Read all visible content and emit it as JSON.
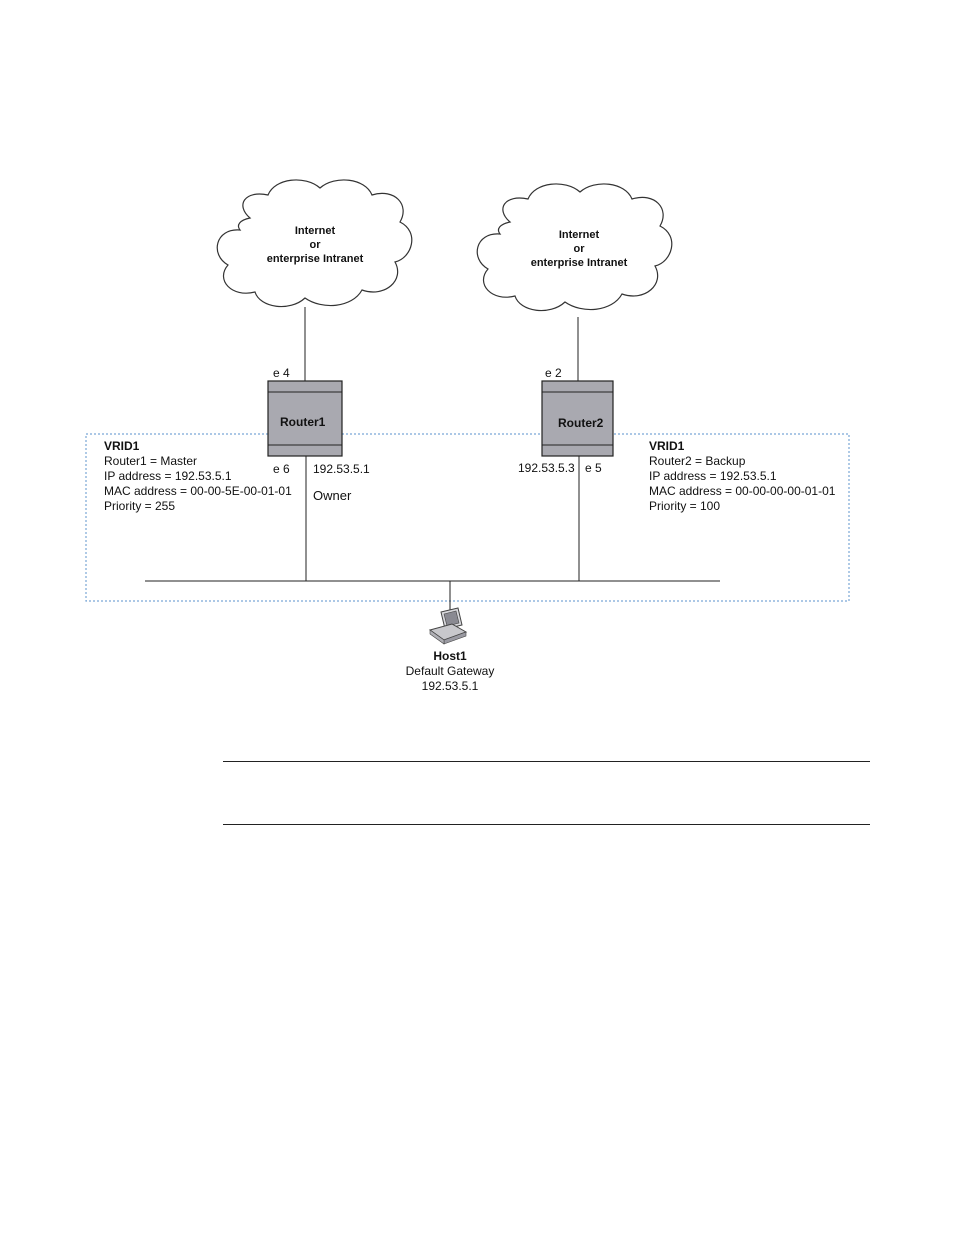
{
  "clouds": [
    {
      "lines": [
        "Internet",
        "or",
        "enterprise Intranet"
      ]
    },
    {
      "lines": [
        "Internet",
        "or",
        "enterprise Intranet"
      ]
    }
  ],
  "routers": {
    "router1": {
      "label": "Router1",
      "uplink_port": "e 4",
      "lan_port": "e 6",
      "lan_ip": "192.53.5.1",
      "role_note": "Owner"
    },
    "router2": {
      "label": "Router2",
      "uplink_port": "e 2",
      "lan_port": "e 5",
      "lan_ip": "192.53.5.3"
    }
  },
  "vrid_left": {
    "title": "VRID1",
    "lines": [
      "Router1 = Master",
      "IP address = 192.53.5.1",
      "MAC address = 00-00-5E-00-01-01",
      "Priority = 255"
    ]
  },
  "vrid_right": {
    "title": "VRID1",
    "lines": [
      "Router2 = Backup",
      "IP address = 192.53.5.1",
      "MAC address = 00-00-00-00-01-01",
      "Priority = 100"
    ]
  },
  "host": {
    "name": "Host1",
    "gateway_label": "Default Gateway",
    "gateway_ip": "192.53.5.1"
  },
  "colors": {
    "router_fill": "#a9a9b0",
    "vrid_border": "#7aa7d6"
  }
}
